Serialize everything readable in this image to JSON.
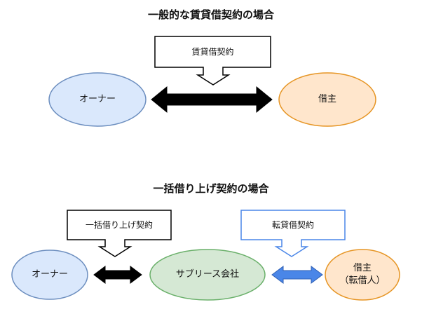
{
  "section_general": {
    "title": "一般的な賃貸借契約の場合",
    "contract_label": "賃貸借契約",
    "owner_label": "オーナー",
    "tenant_label": "借主"
  },
  "section_sublease": {
    "title": "一括借り上げ契約の場合",
    "master_contract_label": "一括借り上げ契約",
    "sublease_contract_label": "転貸借契約",
    "owner_label": "オーナー",
    "company_label": "サブリース会社",
    "tenant_label": "借主\n（転借人）"
  },
  "colors": {
    "owner_fill": "#dae8fc",
    "owner_stroke": "#6c8ebf",
    "tenant_fill": "#ffe6cc",
    "tenant_stroke": "#e69524",
    "company_fill": "#d5e8d4",
    "company_stroke": "#6ab06a",
    "arrow_black": "#000000",
    "arrow_blue": "#4a86e8",
    "callout_blue_stroke": "#4a86e8"
  }
}
